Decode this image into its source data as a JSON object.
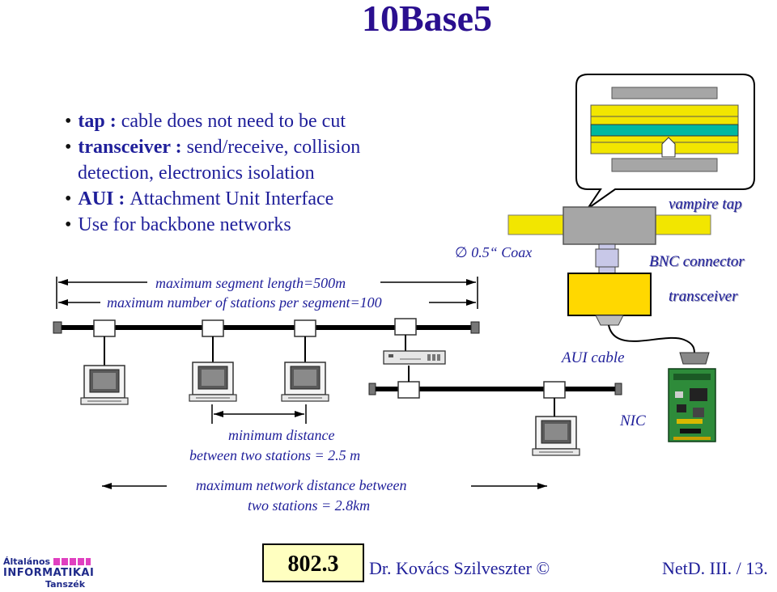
{
  "title": "10Base5",
  "bullets": [
    {
      "term": "tap",
      "sep": " : ",
      "desc": "cable does not need to be cut"
    },
    {
      "term": "transceiver",
      "sep": " : ",
      "desc": "send/receive, collision",
      "cont": "detection, electronics isolation"
    },
    {
      "term": "AUI",
      "sep": " : ",
      "desc": "Attachment Unit Interface"
    },
    {
      "term": "",
      "sep": "",
      "desc": "Use for backbone networks"
    }
  ],
  "labels": {
    "coax_symbol": "∅",
    "coax": "0.5“ Coax",
    "max_segment_length": "maximum segment length=500m",
    "max_stations": "maximum number of stations per segment=100",
    "vampire_tap": "vampire tap",
    "bnc_connector": "BNC connector",
    "transceiver": "transceiver",
    "aui_cable": "AUI cable",
    "nic": "NIC",
    "min_distance_1": "minimum distance",
    "min_distance_2": "between two stations = 2.5 m",
    "max_network_1": "maximum network  distance between",
    "max_network_2": "two stations = 2.8km"
  },
  "footer": {
    "section": "802.3",
    "author": "Dr. Kovács Szilveszter ©",
    "page": "NetD. III. / 13.",
    "logo_line1": "Általános",
    "logo_line2": "INFORMATIKAI",
    "logo_line3": "Tanszék"
  },
  "colors": {
    "text": "#1f1f9a",
    "title": "#2a0f8f",
    "coax_yellow": "#f2e600",
    "tap_grey": "#a6a6a6",
    "teal": "#00b8a0",
    "footer_box": "#ffffc0"
  }
}
